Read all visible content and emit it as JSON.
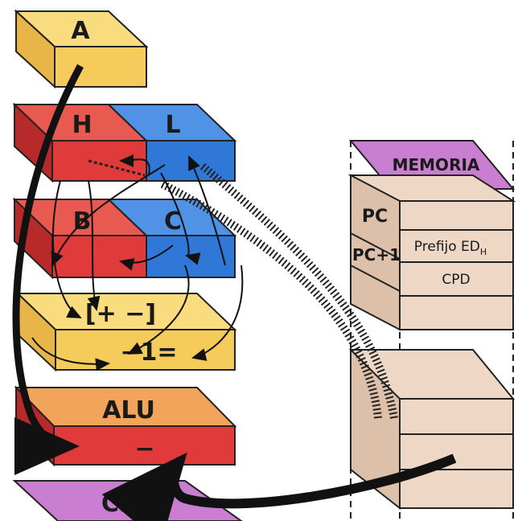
{
  "registers": {
    "a": "A",
    "h": "H",
    "l": "L",
    "b": "B",
    "c": "C",
    "op_brackets": "[+   −]",
    "op_minus_one": "−1="
  },
  "alu": {
    "label": "ALU",
    "op_sign": "−"
  },
  "cpu": {
    "label": "CPU"
  },
  "memoria": {
    "title": "MEMORIA",
    "pc": "PC",
    "pc_plus_1": "PC+1",
    "prefix": "Prefijo ED",
    "prefix_subscript": "H",
    "cpd": "CPD"
  },
  "colors": {
    "yellow": "#f5cb5c",
    "yellow_top": "#f9dc7e",
    "red": "#e03a3a",
    "red_top": "#e85a4f",
    "blue": "#2f78d8",
    "blue_top": "#4f92e6",
    "purple": "#c97ed2",
    "beige": "#eed7c4",
    "beige_side": "#dcc0aa"
  }
}
